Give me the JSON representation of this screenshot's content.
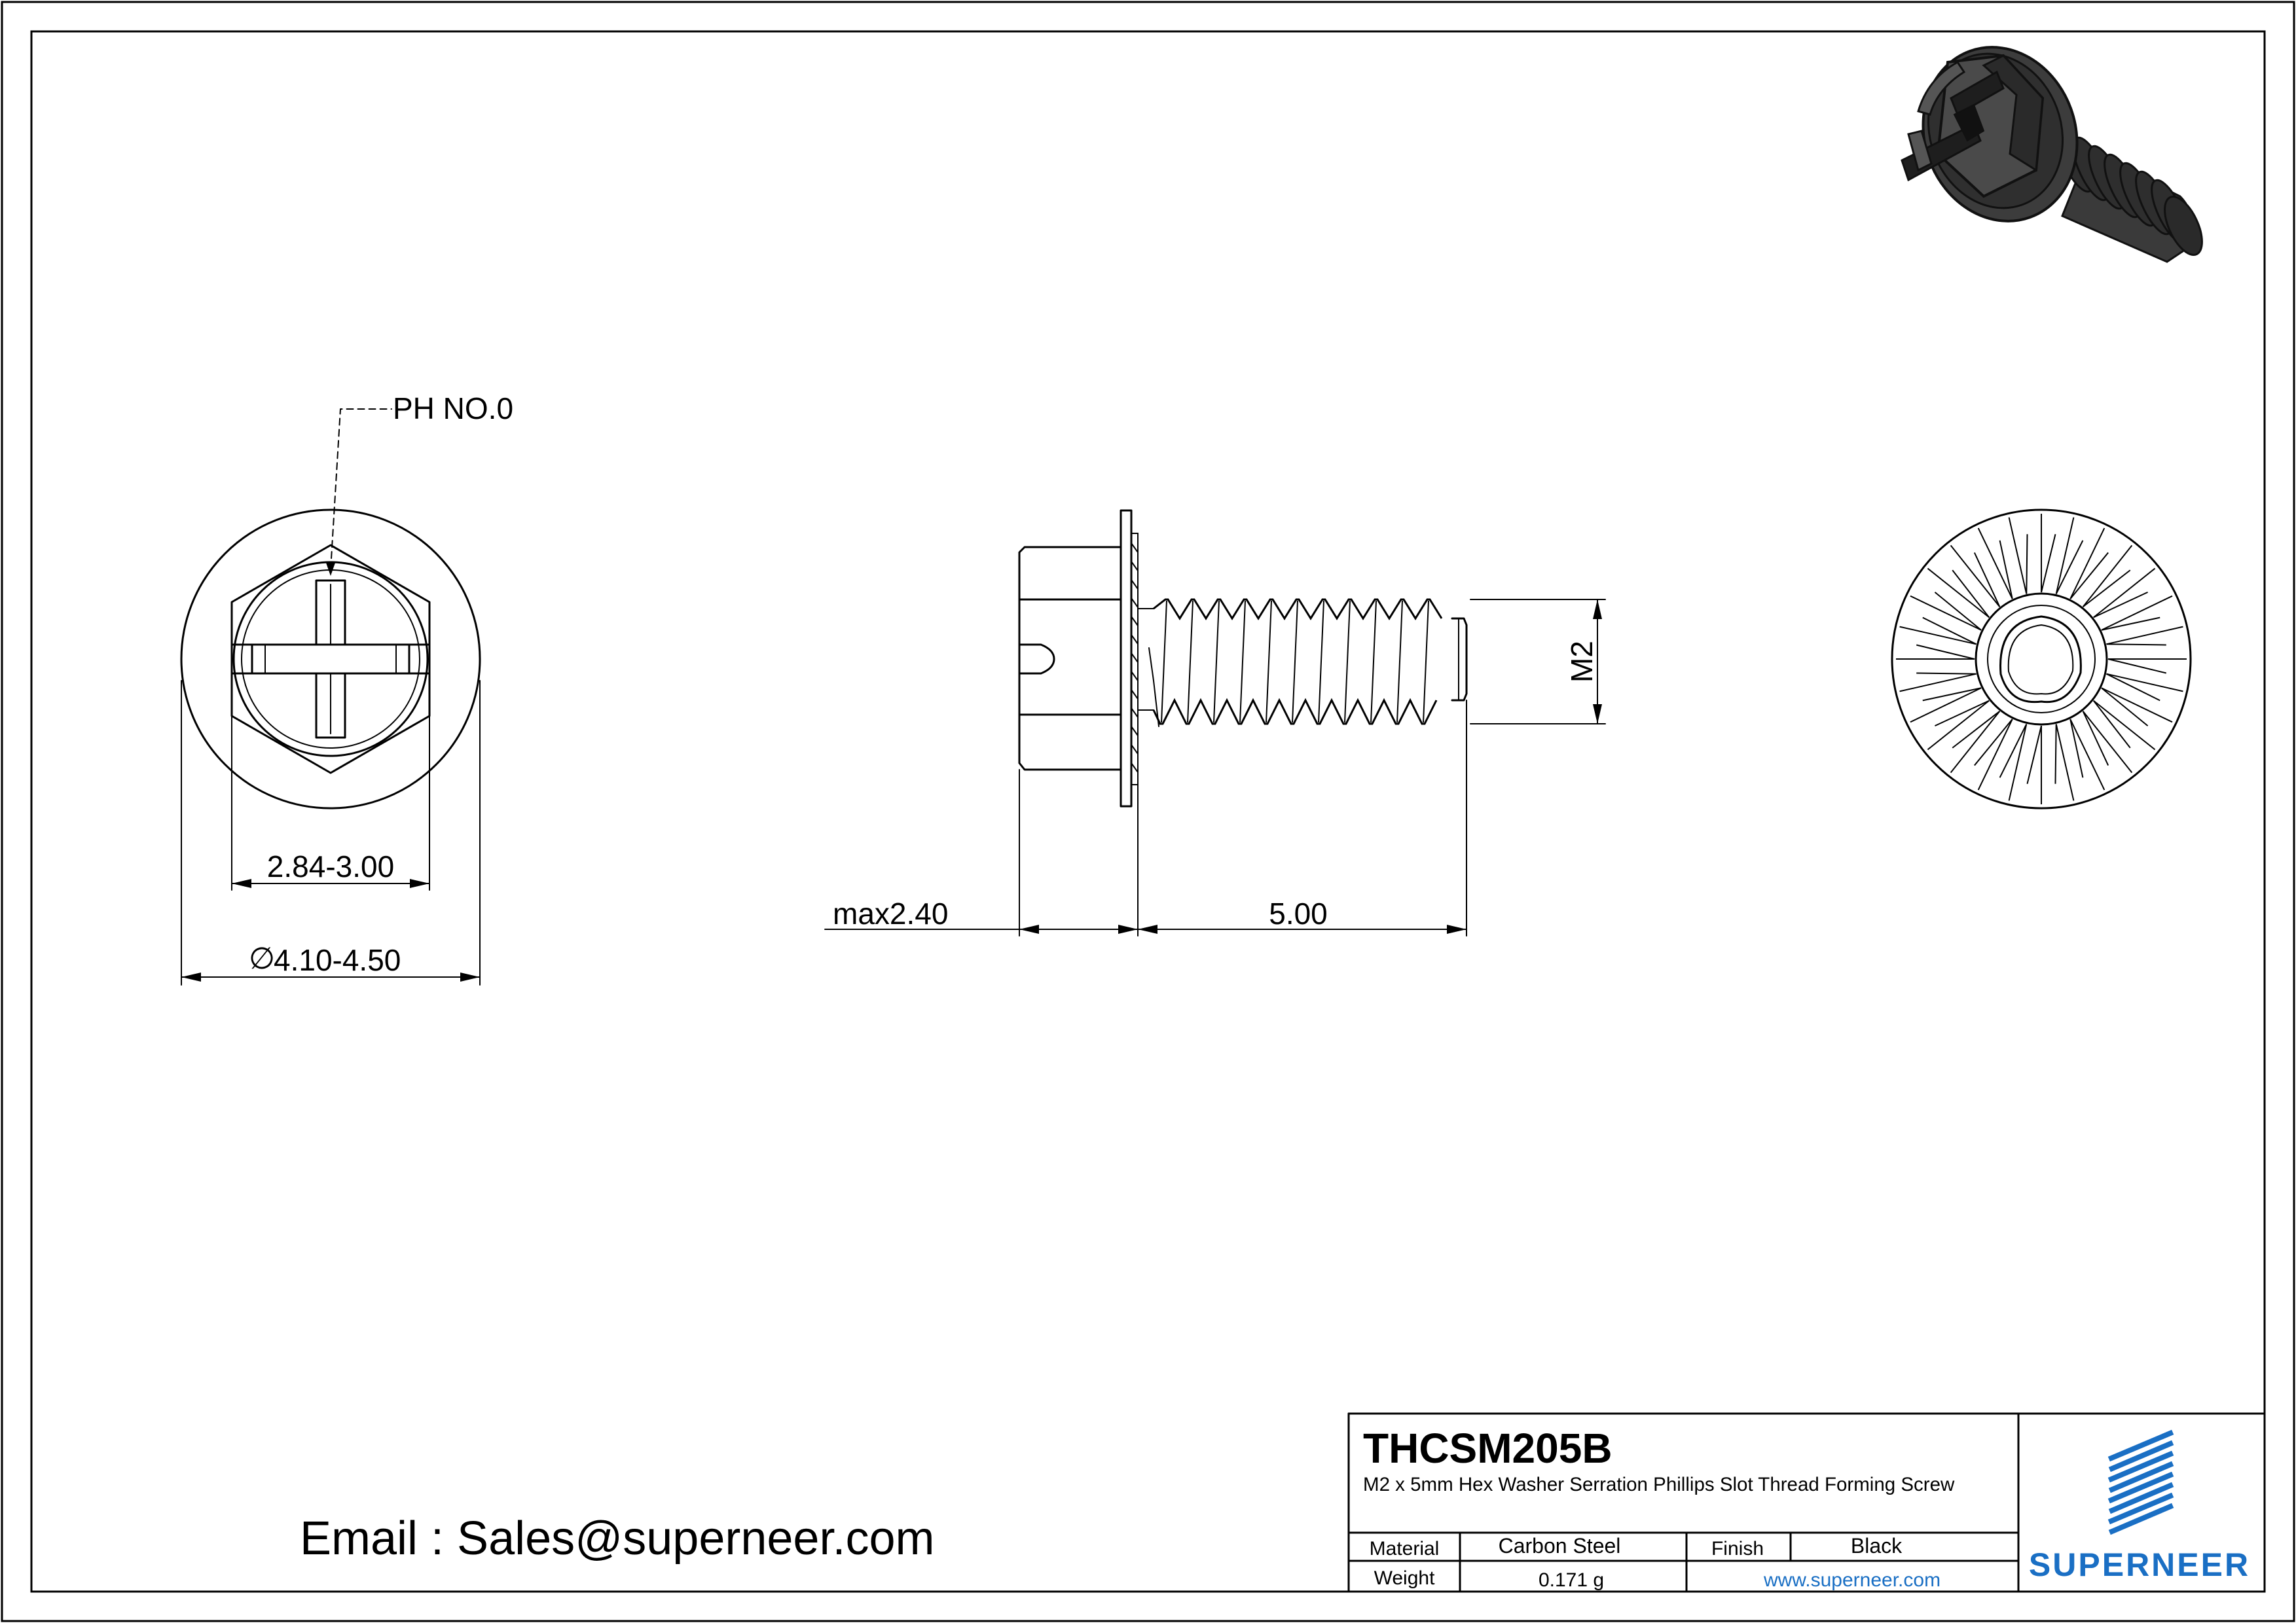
{
  "drawing": {
    "callout_ph": "PH NO.0",
    "dim_slot_width": "2.84-3.00",
    "diameter_symbol": "∅",
    "dim_head_diameter": "4.10-4.50",
    "dim_head_height": "max2.40",
    "dim_length": "5.00",
    "dim_thread": "M2"
  },
  "contact": {
    "email": "Email : Sales@superneer.com"
  },
  "title_block": {
    "part_number": "THCSM205B",
    "description": "M2 x 5mm Hex Washer Serration Phillips Slot Thread Forming Screw",
    "material_label": "Material",
    "material_value": "Carbon Steel",
    "finish_label": "Finish",
    "finish_value": "Black",
    "weight_label": "Weight",
    "weight_value": "0.171 g",
    "website": "www.superneer.com",
    "brand": "SUPERNEER",
    "brand_color": "#1a6fc4"
  },
  "colors": {
    "line": "#000000",
    "link": "#1a6fc4"
  }
}
